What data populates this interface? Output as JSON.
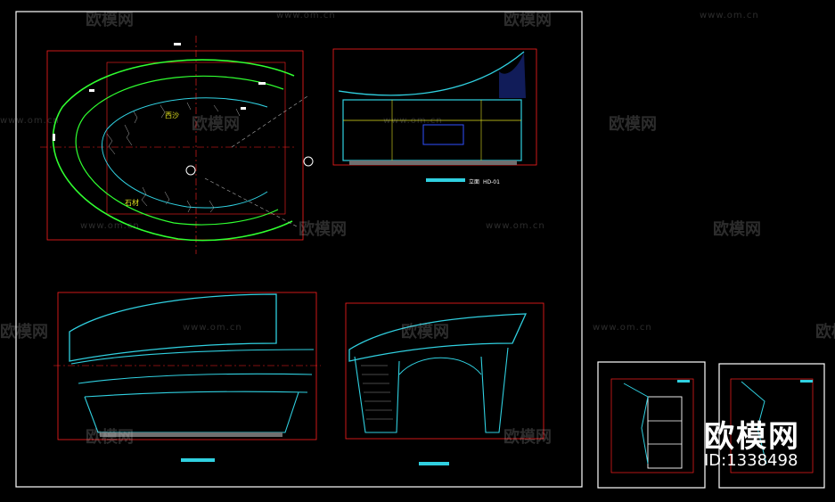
{
  "watermark": {
    "brand": "欧模网",
    "url": "www.om.cn"
  },
  "drawing_labels": {
    "plan_text": "西沙",
    "plan_text_2": "石材",
    "elevation_tag": "立面",
    "elevation_code": "HD-01"
  },
  "brand": {
    "logo": "欧模网",
    "id": "ID:1338498"
  },
  "colors": {
    "background": "#000000",
    "frame": "#ffffff",
    "dimension": "#ff2020",
    "outline_green": "#30ff30",
    "outline_cyan": "#30d0e0",
    "highlight_yellow": "#e0e020",
    "fill_blue": "#3050ff"
  }
}
